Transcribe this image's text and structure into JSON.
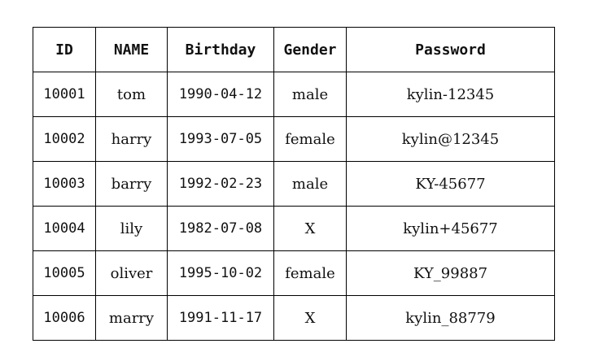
{
  "table": {
    "headers": [
      "ID",
      "NAME",
      "Birthday",
      "Gender",
      "Password"
    ],
    "rows": [
      {
        "id": "10001",
        "name": "tom",
        "birthday": "1990-04-12",
        "gender": "male",
        "password": "kylin-12345"
      },
      {
        "id": "10002",
        "name": "harry",
        "birthday": "1993-07-05",
        "gender": "female",
        "password": "kylin@12345"
      },
      {
        "id": "10003",
        "name": "barry",
        "birthday": "1992-02-23",
        "gender": "male",
        "password": "KY-45677"
      },
      {
        "id": "10004",
        "name": "lily",
        "birthday": "1982-07-08",
        "gender": "X",
        "password": "kylin+45677"
      },
      {
        "id": "10005",
        "name": "oliver",
        "birthday": "1995-10-02",
        "gender": "female",
        "password": "KY_99887"
      },
      {
        "id": "10006",
        "name": "marry",
        "birthday": "1991-11-17",
        "gender": "X",
        "password": "kylin_88779"
      }
    ]
  }
}
